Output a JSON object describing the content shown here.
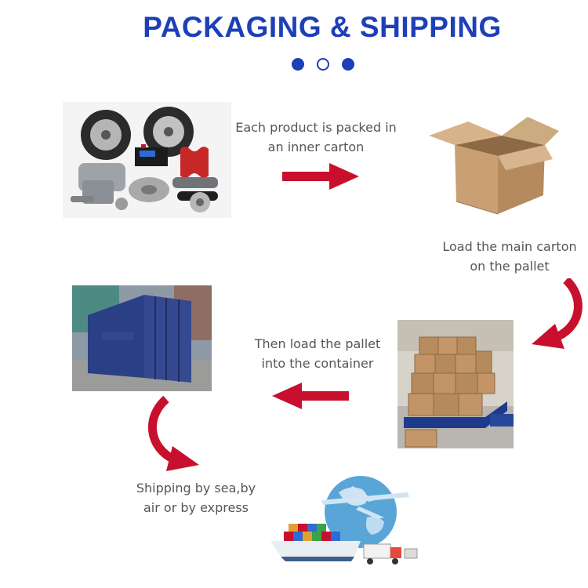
{
  "header": {
    "title": "PACKAGING & SHIPPING",
    "title_color": "#1d3fb8",
    "dot_color": "#1d3fb8"
  },
  "steps": [
    {
      "caption_line1": "Each product is packed in",
      "caption_line2": "an inner carton"
    },
    {
      "caption_line1": "Load the main carton",
      "caption_line2": "on the pallet"
    },
    {
      "caption_line1": "Then load the pallet",
      "caption_line2": "into the container"
    },
    {
      "caption_line1": "Shipping by sea,by",
      "caption_line2": "air or by express"
    }
  ],
  "colors": {
    "arrow": "#c8102e",
    "carton": "#c9a074",
    "container": "#2b3f86",
    "text": "#555555"
  }
}
